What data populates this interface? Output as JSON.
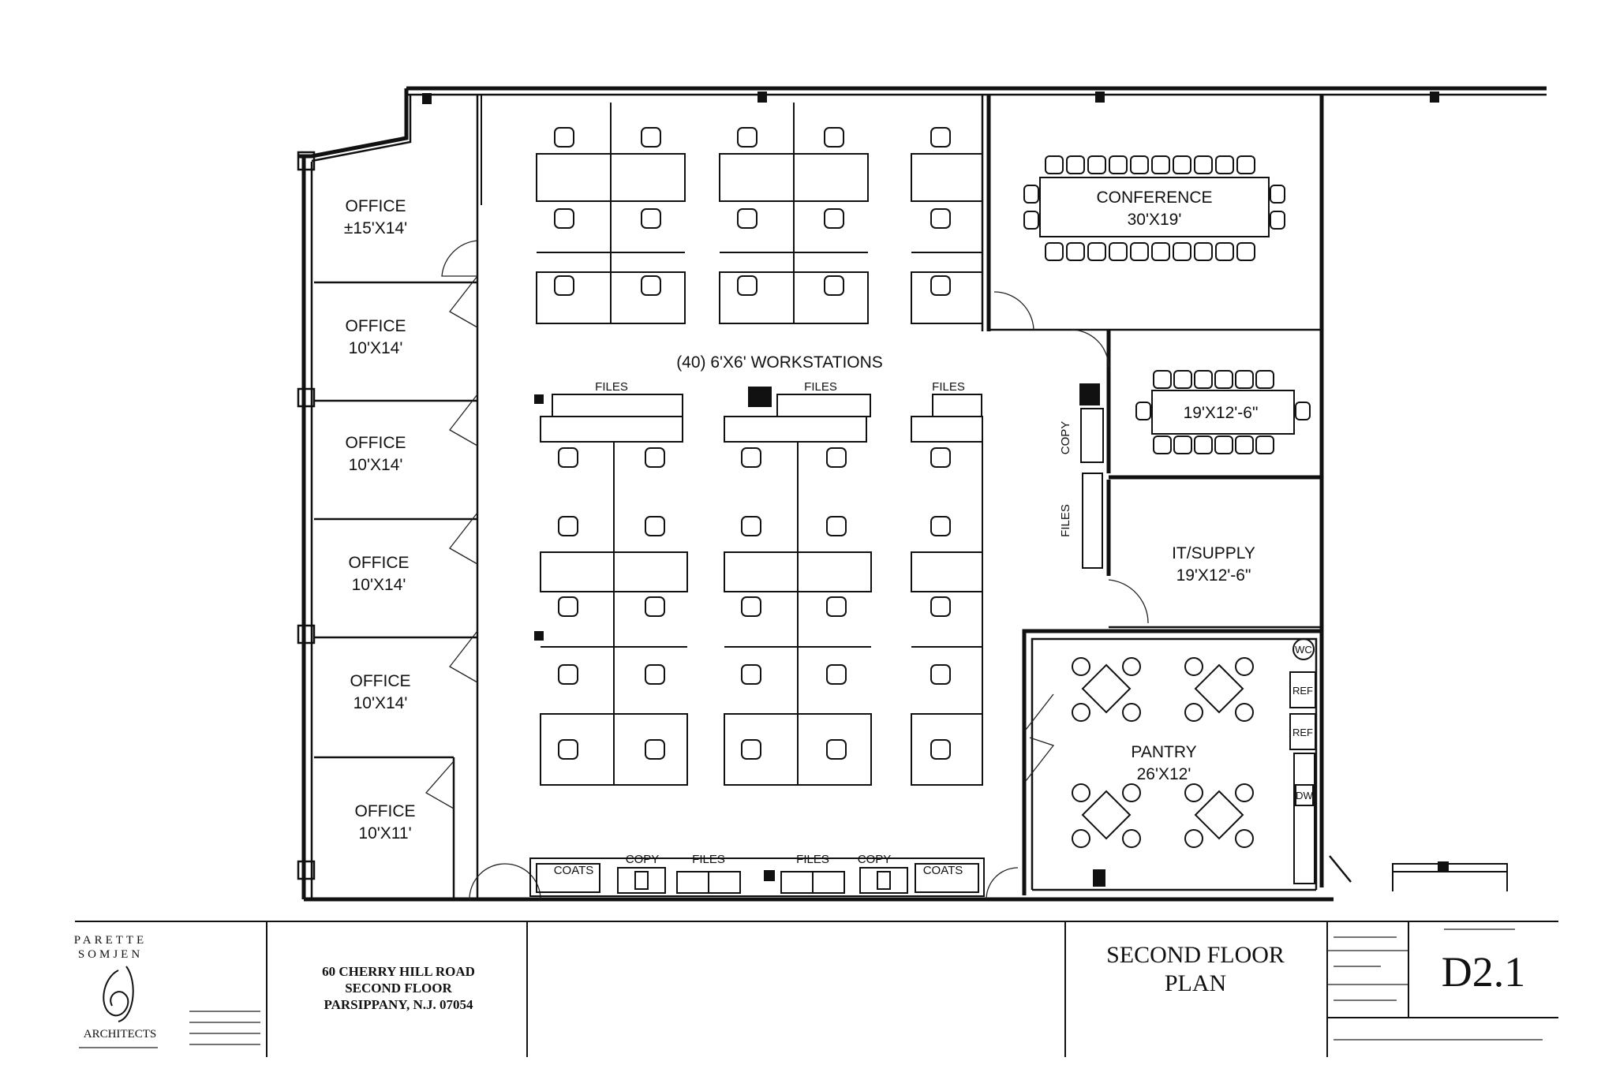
{
  "rooms": {
    "offices": [
      {
        "name": "OFFICE",
        "size": "±15'X14'"
      },
      {
        "name": "OFFICE",
        "size": "10'X14'"
      },
      {
        "name": "OFFICE",
        "size": "10'X14'"
      },
      {
        "name": "OFFICE",
        "size": "10'X14'"
      },
      {
        "name": "OFFICE",
        "size": "10'X14'"
      },
      {
        "name": "OFFICE",
        "size": "10'X11'"
      }
    ],
    "conference": {
      "name": "CONFERENCE",
      "size": "30'X19'"
    },
    "small_conference": {
      "size": "19'X12'-6\""
    },
    "it_supply": {
      "name": "IT/SUPPLY",
      "size": "19'X12'-6\""
    },
    "pantry": {
      "name": "PANTRY",
      "size": "26'X12'"
    },
    "workstations": "(40)  6'X6'  WORKSTATIONS"
  },
  "labels": {
    "files": "FILES",
    "copy": "COPY",
    "coats": "COATS",
    "ref": "REF",
    "wc": "WC",
    "dw": "DW"
  },
  "title_block": {
    "firm": {
      "name_line1": "PARETTE",
      "name_line2": "SOMJEN",
      "monogram": "PS",
      "architects": "ARCHITECTS"
    },
    "address": {
      "line1": "60 CHERRY HILL ROAD",
      "line2": "SECOND FLOOR",
      "line3": "PARSIPPANY, N.J. 07054"
    },
    "drawing_title": {
      "line1": "SECOND FLOOR",
      "line2": "PLAN"
    },
    "sheet_number": "D2.1"
  }
}
